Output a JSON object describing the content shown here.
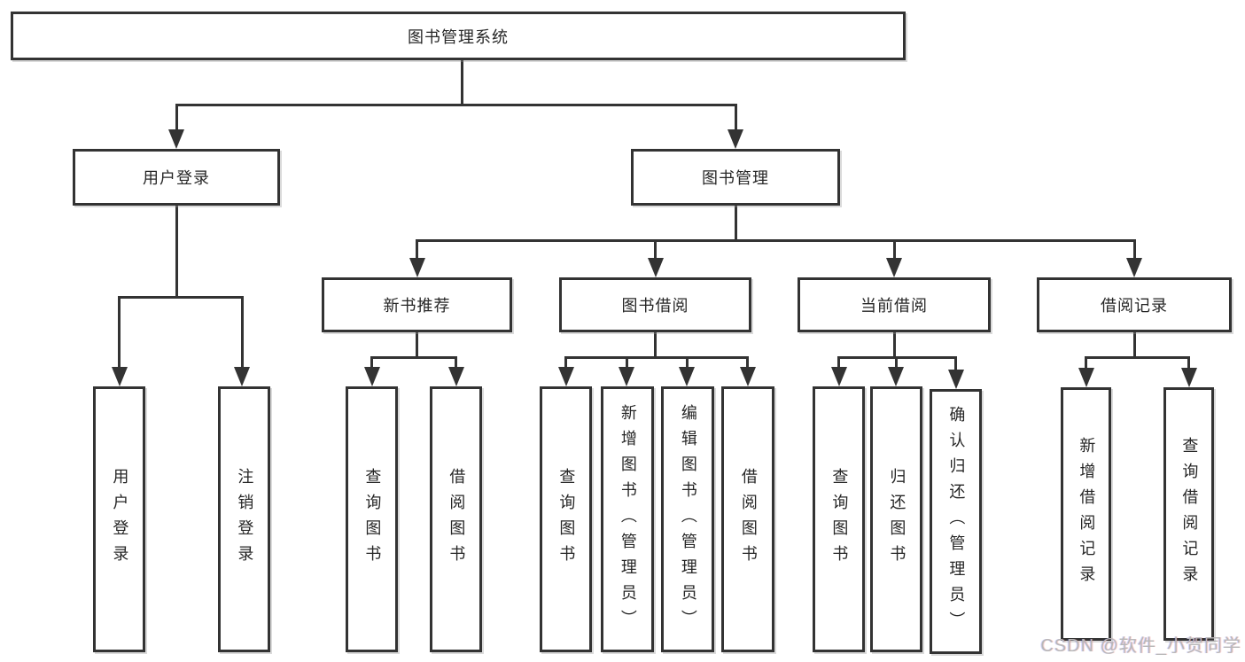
{
  "diagram": {
    "type": "function-structure-tree",
    "colors": {
      "line": "#333333",
      "text": "#262626",
      "box_background": "#ffffff",
      "watermark": "#b8b8b8",
      "canvas_background": "#ffffff"
    }
  },
  "tree": {
    "root": "图书管理系统",
    "branches": [
      {
        "label": "用户登录",
        "leaves": [
          "用户登录",
          "注销登录"
        ]
      },
      {
        "label": "图书管理",
        "groups": [
          {
            "label": "新书推荐",
            "leaves": [
              "查询图书",
              "借阅图书"
            ]
          },
          {
            "label": "图书借阅",
            "leaves": [
              "查询图书",
              "新增图书（管理员）",
              "编辑图书（管理员）",
              "借阅图书"
            ]
          },
          {
            "label": "当前借阅",
            "leaves": [
              "查询图书",
              "归还图书",
              "确认归还（管理员）"
            ]
          },
          {
            "label": "借阅记录",
            "leaves": [
              "新增借阅记录",
              "查询借阅记录"
            ]
          }
        ]
      }
    ]
  },
  "watermark": {
    "text": "CSDN @软件_小贺同学"
  }
}
